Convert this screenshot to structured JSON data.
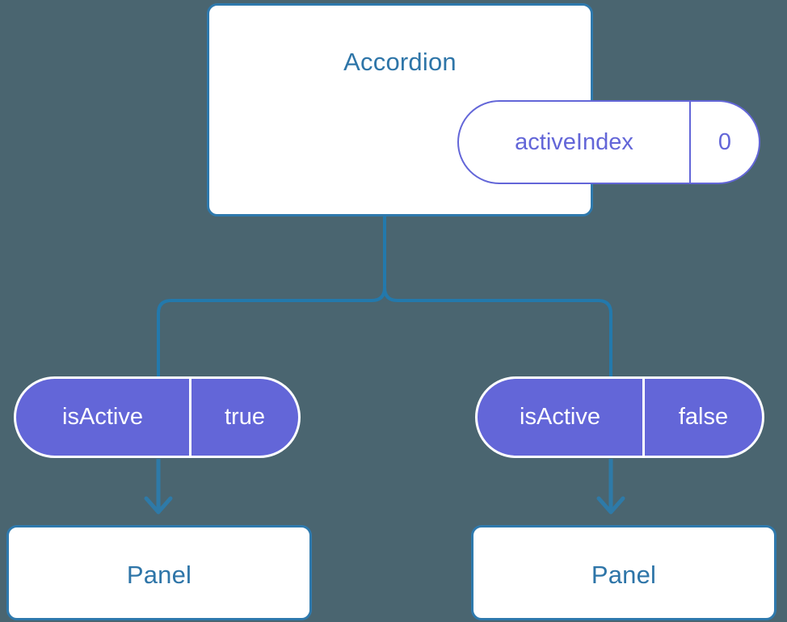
{
  "diagram": {
    "title": "Accordion component state/props tree",
    "background_color": "#4a6570",
    "accent_blue": "#2e79ad",
    "accent_purple": "#6366d8",
    "root": {
      "label": "Accordion",
      "state": {
        "key": "activeIndex",
        "value": "0"
      }
    },
    "branches": [
      {
        "prop": {
          "key": "isActive",
          "value": "true"
        },
        "child": {
          "label": "Panel"
        }
      },
      {
        "prop": {
          "key": "isActive",
          "value": "false"
        },
        "child": {
          "label": "Panel"
        }
      }
    ],
    "connectors": {
      "trunk_label": "tree-trunk",
      "arrow_label": "arrow-down"
    }
  }
}
